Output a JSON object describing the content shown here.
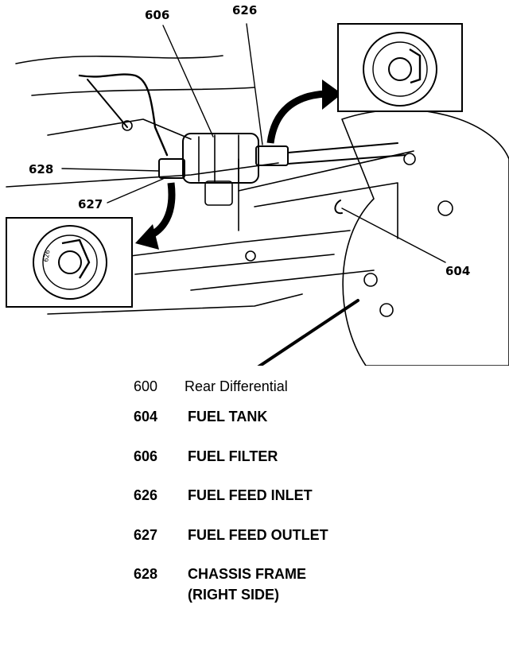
{
  "callouts": {
    "c606": "606",
    "c626": "626",
    "c628": "628",
    "c627": "627",
    "c604": "604"
  },
  "legend": [
    {
      "num": "600",
      "text": "Rear Differential"
    },
    {
      "num": "604",
      "text": "FUEL TANK"
    },
    {
      "num": "606",
      "text": "FUEL FILTER"
    },
    {
      "num": "626",
      "text": "FUEL FEED INLET"
    },
    {
      "num": "627",
      "text": "FUEL FEED OUTLET"
    },
    {
      "num": "628",
      "text": "CHASSIS FRAME",
      "text2": "(RIGHT SIDE)"
    }
  ],
  "inset_labels": {
    "left_ring": "626"
  }
}
